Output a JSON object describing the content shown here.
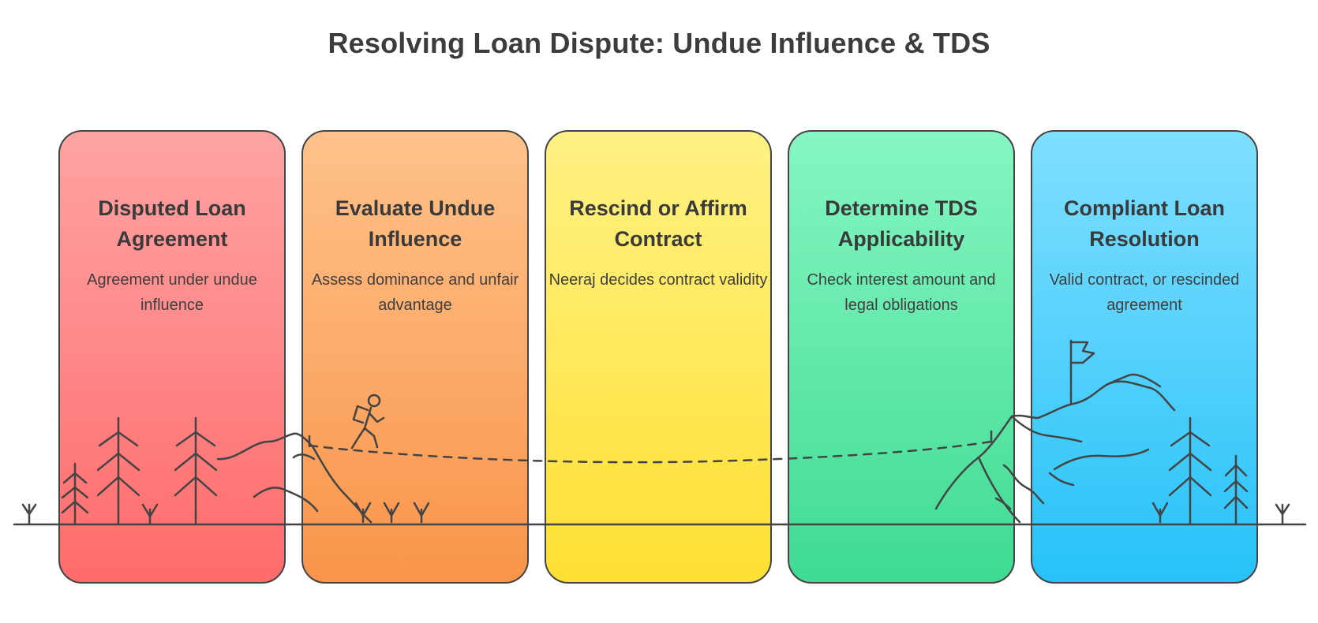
{
  "title": "Resolving Loan Dispute: Undue Influence & TDS",
  "steps": [
    {
      "heading": "Disputed Loan Agreement",
      "description": "Agreement under undue influence",
      "color": "#ff6b6b"
    },
    {
      "heading": "Evaluate Undue Influence",
      "description": "Assess dominance and unfair advantage",
      "color": "#f9944a"
    },
    {
      "heading": "Rescind or Affirm Contract",
      "description": "Neeraj decides contract validity",
      "color": "#ffe033"
    },
    {
      "heading": "Determine TDS Applicability",
      "description": "Check interest amount and legal obligations",
      "color": "#3fdb92"
    },
    {
      "heading": "Compliant Loan Resolution",
      "description": "Valid contract, or rescinded agreement",
      "color": "#27c2f8"
    }
  ],
  "illustration": {
    "icons": [
      "tree-icon",
      "hiker-icon",
      "hill-icon",
      "mountain-icon",
      "flag-icon",
      "grass-icon"
    ]
  }
}
